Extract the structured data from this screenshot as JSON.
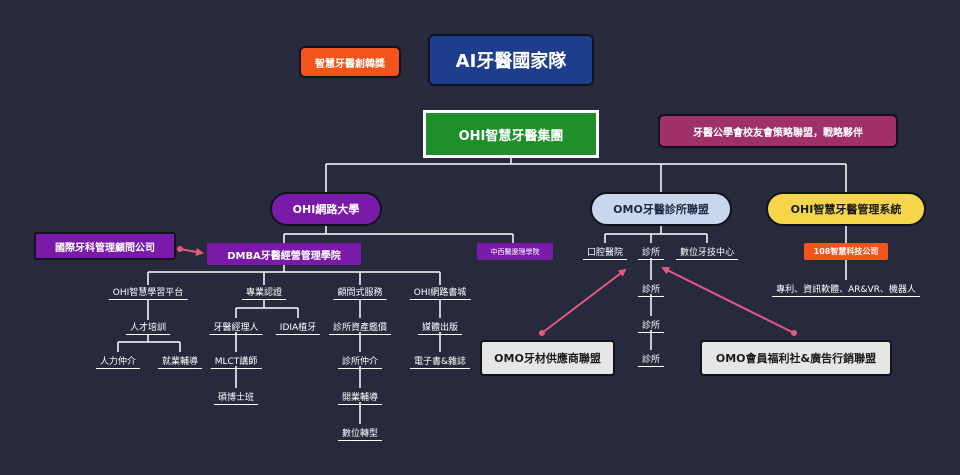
{
  "top": {
    "award_badge": "智慧牙醫創韓獎",
    "team_title": "AI牙醫國家隊",
    "group_title": "OHI智慧牙醫集團",
    "alliance_note": "牙醫公學會校友會策略聯盟，戰略夥伴"
  },
  "branches": {
    "university": "OHI網路大學",
    "clinic_alliance": "OMO牙醫診所聯盟",
    "management_system": "OHI智慧牙醫管理系統"
  },
  "university": {
    "consulting_company": "國際牙科管理顧問公司",
    "dmba_institute": "DMBA牙醫經營管理學院",
    "tcm_institute": "中西醫遼理學院",
    "col1": {
      "head": "OHI智慧學習平台",
      "sub": "人才培訓",
      "leaf1": "人力仲介",
      "leaf2": "就業輔導"
    },
    "col2": {
      "head": "專業認證",
      "sub1": "牙醫經理人",
      "sub2": "IDIA植牙",
      "mid": "MLCT講師",
      "leaf": "碩博士班"
    },
    "col3": {
      "head": "顧問式服務",
      "items": [
        "診所資產鑑價",
        "診所仲介",
        "開業輔導",
        "數位轉型"
      ]
    },
    "col4": {
      "head": "OHI網路書城",
      "sub": "媒體出版",
      "leaf": "電子書&雜誌"
    }
  },
  "clinic": {
    "oral_hospital": "口腔醫院",
    "clinic_main": "診所",
    "digital_lab": "數位牙技中心",
    "clinic_chain": [
      "診所",
      "診所",
      "診所"
    ],
    "supplier_alliance": "OMO牙材供應商聯盟",
    "welfare_alliance": "OMO會員福利社&廣告行銷聯盟"
  },
  "system": {
    "tech_company": "108智慧科技公司",
    "products": "專利、資訊軟體、AR&VR、機器人"
  },
  "colors": {
    "background": "#262a3c",
    "orange": "#f2541b",
    "navy": "#1c3e8c",
    "green": "#1f8f2a",
    "magenta": "#a0306a",
    "purple": "#7a1aa8",
    "light_blue": "#c8d6ee",
    "yellow": "#f7d548",
    "pink_arrow": "#e8587c"
  }
}
